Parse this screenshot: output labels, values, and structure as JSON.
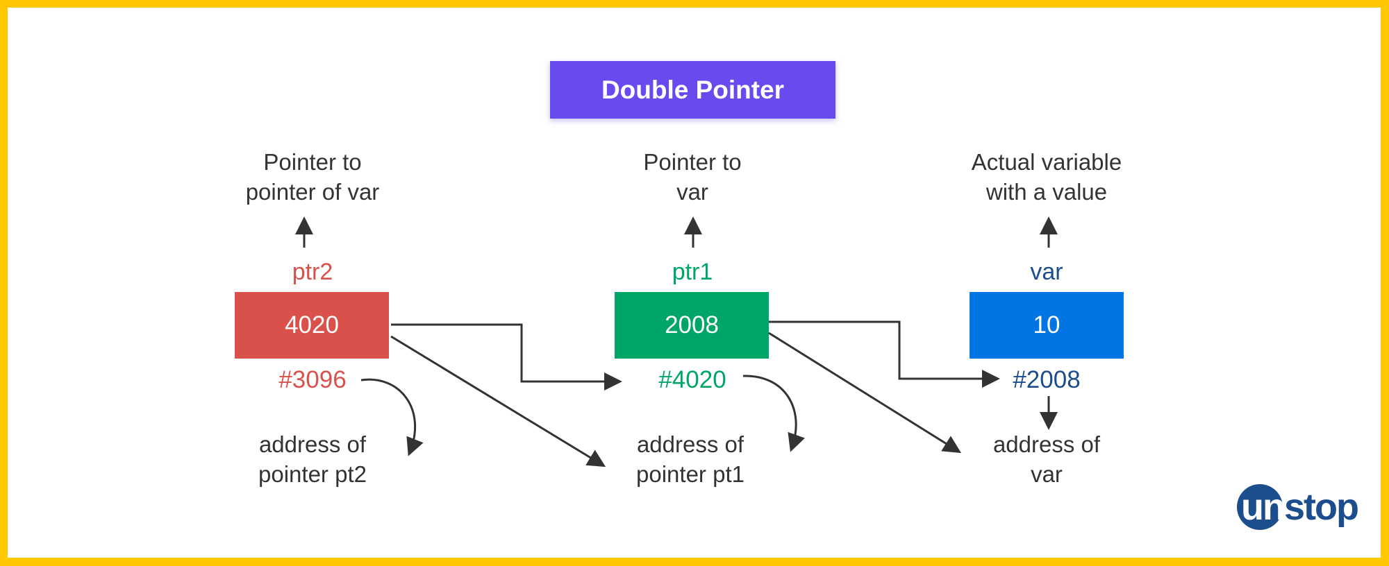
{
  "title": "Double Pointer",
  "colors": {
    "frame": "#FFC800",
    "title_bg": "#684AEE",
    "ptr2": "#DA514B",
    "ptr1": "#00A667",
    "var": "#0075E3",
    "var_label": "#1C4D8C",
    "text": "#333333",
    "arrow": "#333333"
  },
  "nodes": [
    {
      "id": "ptr2",
      "description": "Pointer to\npointer of var",
      "name": "ptr2",
      "value": "4020",
      "address": "#3096",
      "address_description": "address of\npointer pt2"
    },
    {
      "id": "ptr1",
      "description": "Pointer to\nvar",
      "name": "ptr1",
      "value": "2008",
      "address": "#4020",
      "address_description": "address of\npointer pt1"
    },
    {
      "id": "var",
      "description": "Actual variable\nwith a value",
      "name": "var",
      "value": "10",
      "address": "#2008",
      "address_description": "address of\nvar"
    }
  ],
  "logo": {
    "part1": "un",
    "part2": "stop"
  }
}
